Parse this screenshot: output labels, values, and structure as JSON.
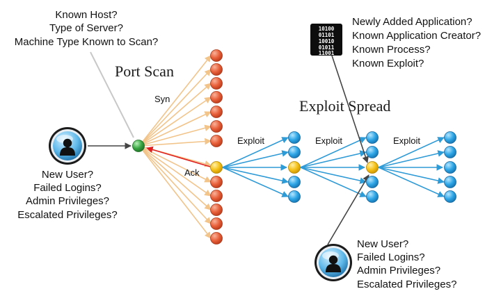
{
  "labels": {
    "top_questions": [
      "Known Host?",
      "Type of Server?",
      "Machine Type Known to Scan?"
    ],
    "port_scan_title": "Port Scan",
    "syn_label": "Syn",
    "ack_label": "Ack",
    "exploit_spread_title": "Exploit Spread",
    "exploit_labels": [
      "Exploit",
      "Exploit",
      "Exploit"
    ],
    "app_questions": [
      "Newly Added Application?",
      "Known Application Creator?",
      "Known Process?",
      "Known Exploit?"
    ],
    "user_questions_left": [
      "New User?",
      "Failed Logins?",
      "Admin Privileges?",
      "Escalated Privileges?"
    ],
    "user_questions_right": [
      "New User?",
      "Failed Logins?",
      "Admin Privileges?",
      "Escalated Privileges?"
    ]
  },
  "icons": {
    "user_icon_left": "user-avatar-icon",
    "user_icon_right": "user-avatar-icon",
    "binary_icon": "binary-code-icon"
  },
  "colors": {
    "scan_node": "#e8603a",
    "scanner_node": "#3aa843",
    "pivot_node": "#f6c21a",
    "spread_node": "#2ea6e6",
    "scan_edge": "#f2c48a",
    "spread_edge": "#2e9ad6",
    "ack_edge": "#e02020",
    "connector": "#444444",
    "question_line": "#c8c8c8"
  }
}
